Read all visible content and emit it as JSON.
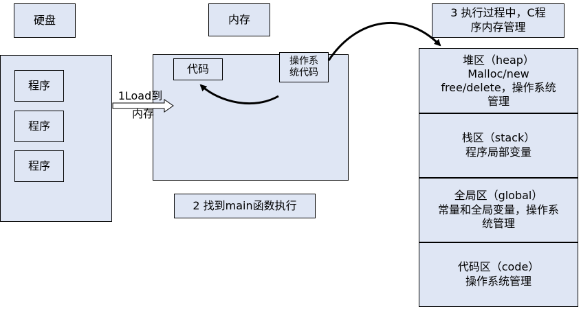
{
  "labels": {
    "disk": "硬盘",
    "memory": "内存",
    "step3": "3 执行过程中，C程\n序内存管理",
    "program1": "程序",
    "program2": "程序",
    "program3": "程序",
    "code": "代码",
    "os_code": "操作系\n统代码",
    "load_line1": "1Load到",
    "load_line2": "内存",
    "step2": "2 找到main函数执行"
  },
  "segments": [
    {
      "text": "堆区（heap）\nMalloc/new\nfree/delete，操作系统\n管理"
    },
    {
      "text": "栈区（stack）\n程序局部变量"
    },
    {
      "text": "全局区（global）\n常量和全局变量，操作系\n统管理"
    },
    {
      "text": "代码区（code）\n操作系统管理"
    }
  ],
  "colors": {
    "box_fill": "#dfe6f4",
    "stroke": "#000000"
  }
}
